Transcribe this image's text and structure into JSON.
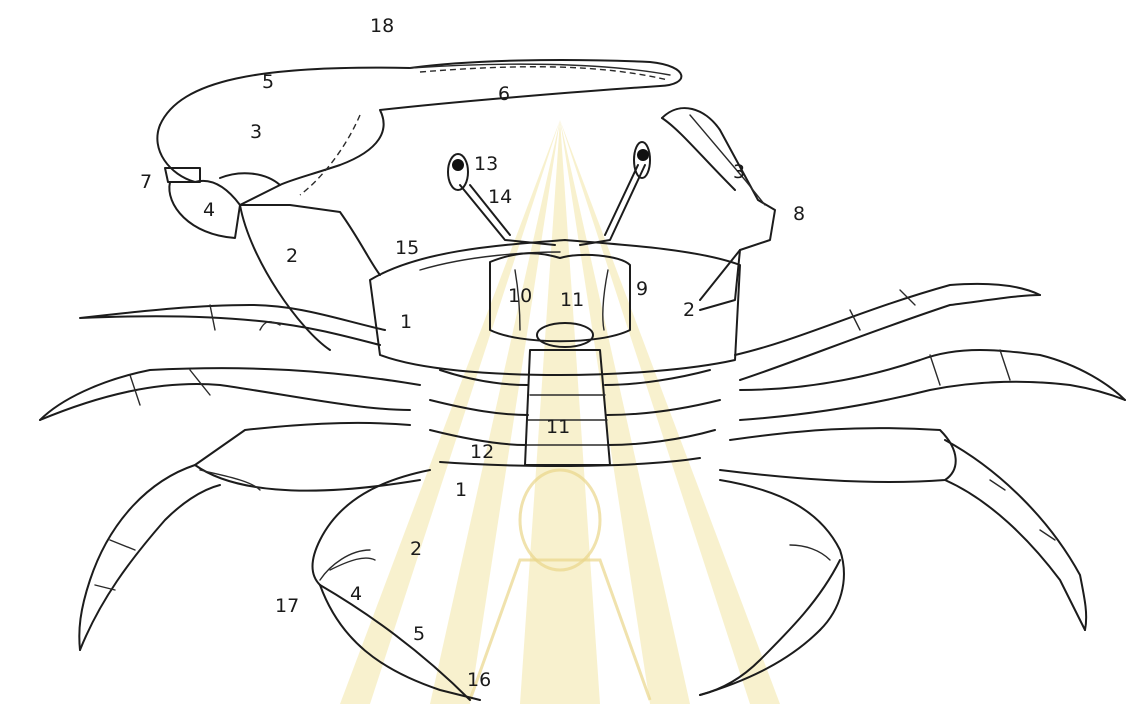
{
  "figure": {
    "labels": [
      {
        "id": "l18",
        "text": "18"
      },
      {
        "id": "l5a",
        "text": "5"
      },
      {
        "id": "l6",
        "text": "6"
      },
      {
        "id": "l3a",
        "text": "3"
      },
      {
        "id": "l7",
        "text": "7"
      },
      {
        "id": "l4a",
        "text": "4"
      },
      {
        "id": "l13",
        "text": "13"
      },
      {
        "id": "l14",
        "text": "14"
      },
      {
        "id": "l3b",
        "text": "3"
      },
      {
        "id": "l8",
        "text": "8"
      },
      {
        "id": "l2a",
        "text": "2"
      },
      {
        "id": "l15",
        "text": "15"
      },
      {
        "id": "l10",
        "text": "10"
      },
      {
        "id": "l11a",
        "text": "11"
      },
      {
        "id": "l9",
        "text": "9"
      },
      {
        "id": "l2b",
        "text": "2"
      },
      {
        "id": "l1a",
        "text": "1"
      },
      {
        "id": "l11b",
        "text": "11"
      },
      {
        "id": "l12",
        "text": "12"
      },
      {
        "id": "l1b",
        "text": "1"
      },
      {
        "id": "l2c",
        "text": "2"
      },
      {
        "id": "l17",
        "text": "17"
      },
      {
        "id": "l4b",
        "text": "4"
      },
      {
        "id": "l5b",
        "text": "5"
      },
      {
        "id": "l16",
        "text": "16"
      }
    ]
  },
  "colors": {
    "ink": "#1c1c1c",
    "watermark": "#f3e6a6"
  }
}
